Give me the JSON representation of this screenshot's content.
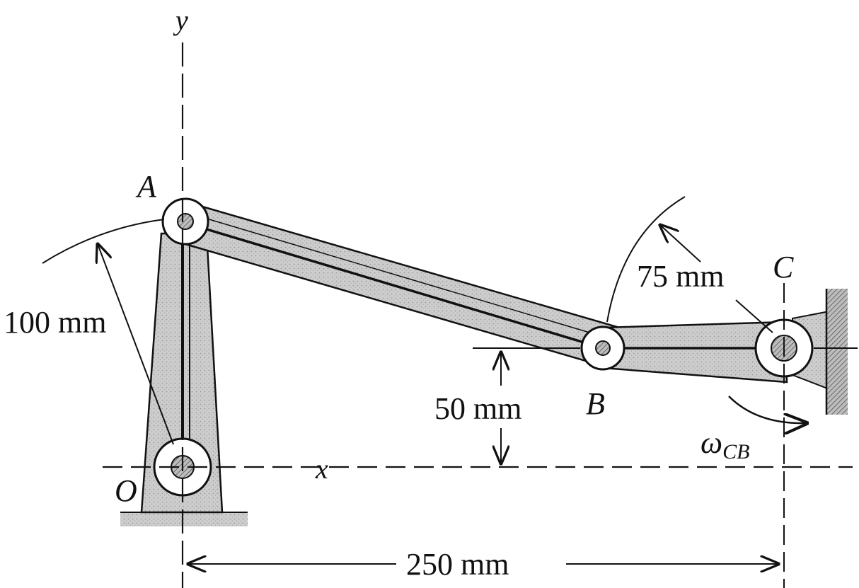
{
  "axes": {
    "y_label": "y",
    "x_label": "x"
  },
  "points": {
    "O": "O",
    "A": "A",
    "B": "B",
    "C": "C"
  },
  "dimensions": {
    "oa_length": "100 mm",
    "cb_length": "75 mm",
    "b_height": "50 mm",
    "oc_span": "250 mm"
  },
  "angular_velocity": {
    "symbol": "ω",
    "subscript": "CB"
  },
  "colors": {
    "link_fill": "#c9c9c9",
    "ink": "#111111",
    "hatch": "#8a8a8a"
  }
}
